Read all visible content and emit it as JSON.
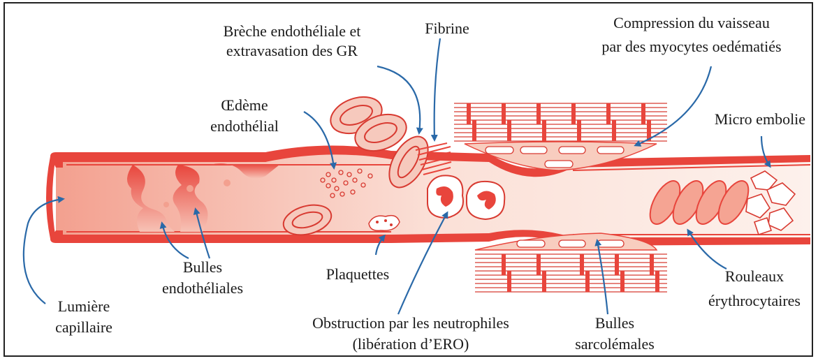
{
  "labels": {
    "breche_line1": "Brèche endothéliale et",
    "breche_line2": "extravasation des GR",
    "fibrine": "Fibrine",
    "compression_line1": "Compression du vaisseau",
    "compression_line2": "par des myocytes oedématiés",
    "oedeme_line1": "Œdème",
    "oedeme_line2": "endothélial",
    "micro_embolie": "Micro embolie",
    "bulles_endo_line1": "Bulles",
    "bulles_endo_line2": "endothéliales",
    "plaquettes": "Plaquettes",
    "rouleaux_line1": "Rouleaux",
    "rouleaux_line2": "érythrocytaires",
    "lumiere_line1": "Lumière",
    "lumiere_line2": "capillaire",
    "obstruction_line1": "Obstruction par les neutrophiles",
    "obstruction_line2": "(libération d’ERO)",
    "bulles_sarco_line1": "Bulles",
    "bulles_sarco_line2": "sarcolémales"
  },
  "colors": {
    "vessel_wall": "#e8453c",
    "cell_fill": "#f6c9bd",
    "arrow": "#2a69a8"
  }
}
